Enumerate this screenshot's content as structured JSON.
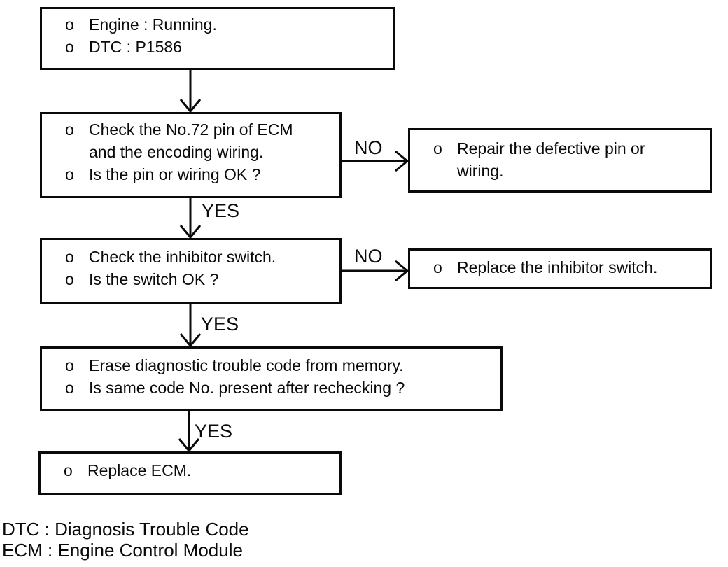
{
  "labels": {
    "bullet": "o",
    "yes": "YES",
    "no": "NO"
  },
  "boxes": {
    "start": {
      "items": [
        "Engine : Running.",
        "DTC : P1586"
      ]
    },
    "check_pin": {
      "items": [
        "Check the No.72 pin of ECM\nand the encoding wiring.",
        "Is the pin or wiring OK ?"
      ]
    },
    "repair_pin": {
      "items": [
        "Repair the defective pin or\nwiring."
      ]
    },
    "check_inhibitor": {
      "items": [
        "Check the inhibitor switch.",
        "Is the switch OK ?"
      ]
    },
    "replace_inhibitor": {
      "items": [
        "Replace the inhibitor switch."
      ]
    },
    "erase_dtc": {
      "items": [
        "Erase diagnostic trouble code from memory.",
        "Is same code No. present after rechecking ?"
      ]
    },
    "replace_ecm": {
      "items": [
        "Replace ECM."
      ]
    }
  },
  "legend": {
    "lines": [
      "DTC : Diagnosis Trouble Code",
      "ECM : Engine Control Module"
    ]
  },
  "colors": {
    "ink": "#0a0a0a",
    "paper": "#ffffff"
  }
}
